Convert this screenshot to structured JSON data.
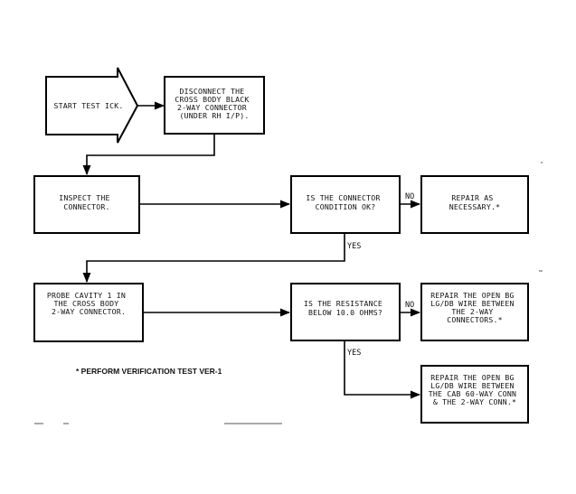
{
  "flowchart": {
    "start": {
      "lines": [
        "START TEST ICK."
      ]
    },
    "disconnect": {
      "lines": [
        "DISCONNECT THE",
        "CROSS BODY BLACK",
        "2-WAY CONNECTOR",
        "(UNDER RH I/P)."
      ]
    },
    "inspect": {
      "lines": [
        "INSPECT THE",
        "CONNECTOR."
      ]
    },
    "q_condition": {
      "lines": [
        "IS THE CONNECTOR",
        "CONDITION OK?"
      ]
    },
    "repair_1": {
      "lines": [
        "REPAIR AS",
        "NECESSARY.*"
      ]
    },
    "probe": {
      "lines": [
        "PROBE CAVITY 1 IN",
        "THE CROSS BODY",
        "2-WAY CONNECTOR."
      ]
    },
    "q_resistance": {
      "lines": [
        "IS THE RESISTANCE",
        "BELOW 10.0 OHMS?"
      ]
    },
    "repair_2": {
      "lines": [
        "REPAIR THE OPEN BG",
        "LG/DB WIRE BETWEEN",
        "THE 2-WAY",
        "CONNECTORS.*"
      ]
    },
    "repair_3": {
      "lines": [
        "REPAIR THE OPEN BG",
        "LG/DB WIRE BETWEEN",
        "THE CAB 60-WAY CONN",
        "& THE 2-WAY CONN.*"
      ]
    },
    "labels": {
      "no_1": "NO",
      "yes_1": "YES",
      "no_2": "NO",
      "yes_2": "YES"
    },
    "footnote": "* PERFORM VERIFICATION TEST VER-1"
  }
}
